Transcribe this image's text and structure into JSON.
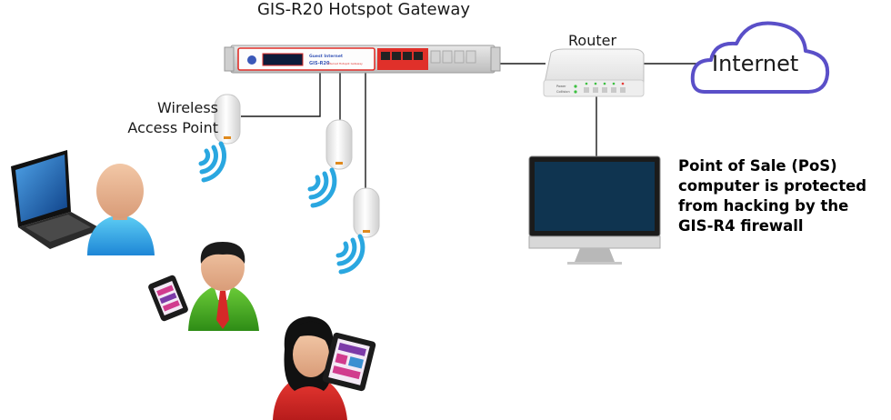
{
  "title": "GIS-R20 Hotspot Gateway",
  "gateway": {
    "brand": "Guest Internet",
    "model": "GIS-R20",
    "subtitle": "Internet Hotspot Gateway"
  },
  "router": {
    "label": "Router",
    "led_power": "Power",
    "led_collision": "Collision"
  },
  "internet": {
    "label": "Internet"
  },
  "wap": {
    "label_line1": "Wireless",
    "label_line2": "Access Point"
  },
  "pos_note": {
    "line1": "Point of Sale (PoS)",
    "line2": "computer is protected",
    "line3": "from hacking by the",
    "line4": "GIS-R4 firewall"
  },
  "colors": {
    "gateway_red": "#e0302a",
    "wifi_blue": "#2aa7e0",
    "cloud_purple": "#5a4fc8",
    "screen_navy": "#0f3450"
  }
}
